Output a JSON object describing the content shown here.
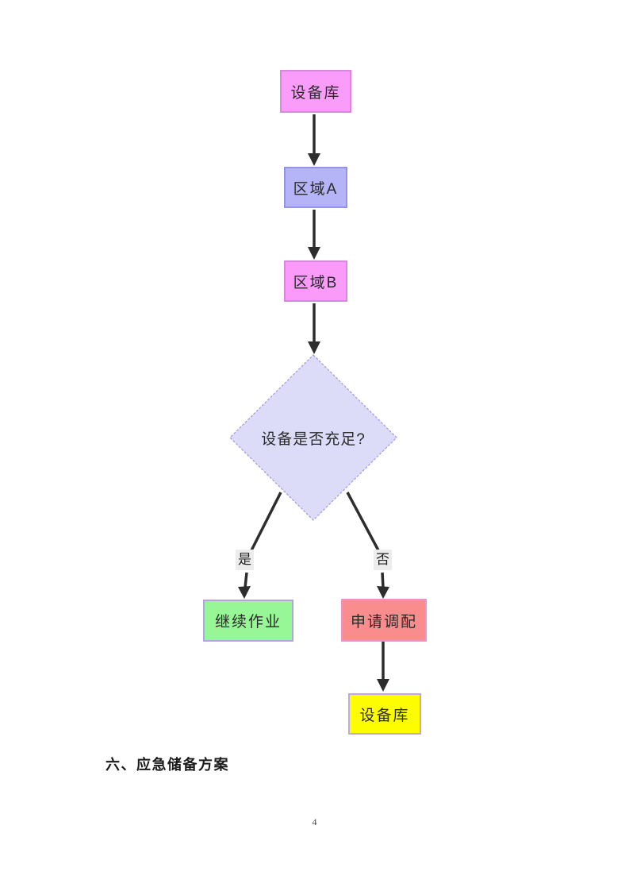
{
  "page": {
    "number": "4",
    "background_color": "#ffffff"
  },
  "section_heading": {
    "text": "六、应急储备方案"
  },
  "flowchart": {
    "nodes": {
      "equipment_top": {
        "label": "设备库",
        "fill": "#fa9dfa",
        "border": "#d986dd",
        "shape": "rect"
      },
      "area_a": {
        "label": "区域A",
        "fill": "#b4b4f6",
        "border": "#9393e8",
        "shape": "rect"
      },
      "area_b": {
        "label": "区域B",
        "fill": "#fa9bfa",
        "border": "#d986dd",
        "shape": "rect"
      },
      "decision": {
        "label": "设备是否充足?",
        "fill": "#dcdcf8",
        "border": "#a89ae4",
        "shape": "diamond"
      },
      "continue_work": {
        "label": "继续作业",
        "fill": "#97f797",
        "border": "#b2a3e2",
        "shape": "rect"
      },
      "request_allocation": {
        "label": "申请调配",
        "fill": "#f98d8d",
        "border": "#ec93c8",
        "shape": "rect"
      },
      "equipment_bottom": {
        "label": "设备库",
        "fill": "#fdfd00",
        "border": "#c0a8dc",
        "shape": "rect"
      }
    },
    "edge_labels": {
      "yes": "是",
      "no": "否"
    },
    "edges": [
      {
        "from": "equipment_top",
        "to": "area_a",
        "label": ""
      },
      {
        "from": "area_a",
        "to": "area_b",
        "label": ""
      },
      {
        "from": "area_b",
        "to": "decision",
        "label": ""
      },
      {
        "from": "decision",
        "to": "continue_work",
        "label": "是"
      },
      {
        "from": "decision",
        "to": "request_allocation",
        "label": "否"
      },
      {
        "from": "request_allocation",
        "to": "equipment_bottom",
        "label": ""
      }
    ],
    "arrow_color": "#2d2d2d",
    "edge_label_background": "#ececec"
  }
}
